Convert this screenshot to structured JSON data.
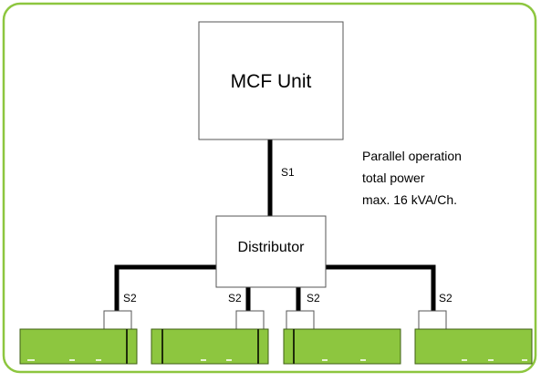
{
  "diagram": {
    "unit_label": "MCF Unit",
    "distributor_label": "Distributor",
    "note_lines": [
      "Parallel operation",
      "total power",
      "max. 16 kVA/Ch."
    ],
    "cable_labels": {
      "s1": "S1",
      "s2_1": "S2",
      "s2_2": "S2",
      "s2_3": "S2",
      "s2_4": "S2"
    }
  },
  "colors": {
    "frame": "#8dc63f",
    "module_fill": "#8dc63f",
    "module_edge": "#3f5f16",
    "cable": "#000000",
    "box_border": "#555555"
  }
}
